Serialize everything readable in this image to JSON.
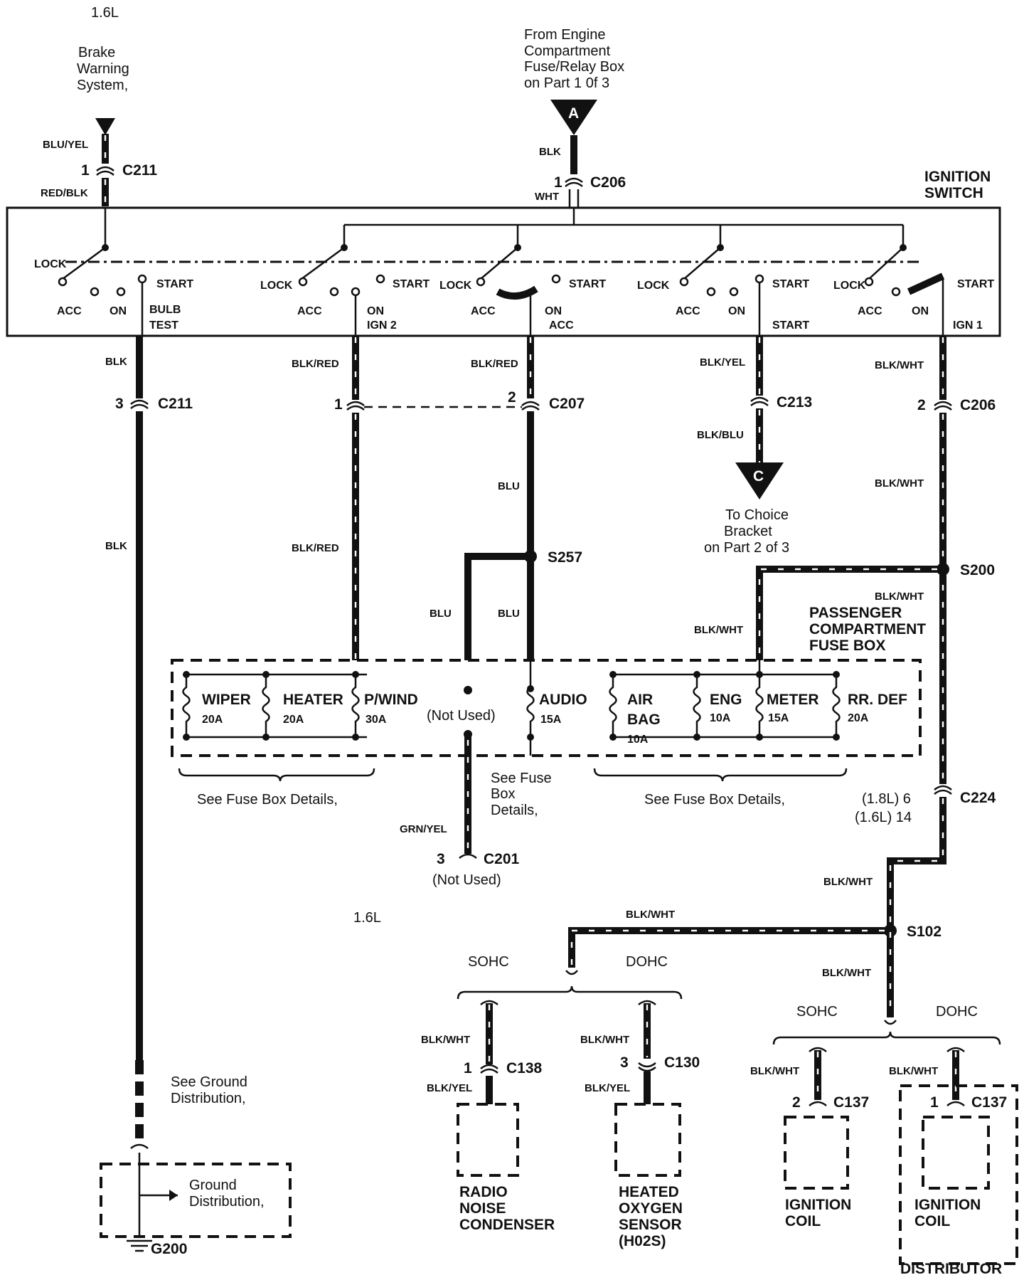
{
  "header": {
    "engine": "1.6L"
  },
  "sources": {
    "brake": [
      "Brake",
      "Warning",
      "System,"
    ],
    "engine_box": [
      "From Engine",
      "Compartment",
      "Fuse/Relay Box",
      "on Part 1 0f 3"
    ],
    "engine_box_letter": "A"
  },
  "switch": {
    "title": [
      "IGNITION",
      "SWITCH"
    ],
    "pos_lock": "LOCK",
    "pos_acc": "ACC",
    "pos_on": "ON",
    "pos_start": "START",
    "out_bulb": [
      "BULB",
      "TEST"
    ],
    "out_ign2": "IGN 2",
    "out_acc": "ACC",
    "out_start": "START",
    "out_ign1": "IGN 1"
  },
  "connectors": {
    "c211": "C211",
    "c206": "C206",
    "c207": "C207",
    "c213": "C213",
    "c224": "C224",
    "c201": "C201",
    "c138": "C138",
    "c130": "C130",
    "c137": "C137",
    "pin_1": "1",
    "pin_2": "2",
    "pin_3": "3",
    "c224_pin_18": "(1.8L) 6",
    "c224_pin_16": "(1.6L) 14"
  },
  "splices": {
    "s257": "S257",
    "s200": "S200",
    "s102": "S102"
  },
  "ground": {
    "g200": "G200",
    "label": [
      "Ground",
      "Distribution,"
    ],
    "see": [
      "See Ground",
      "Distribution,"
    ]
  },
  "wires": {
    "blu_yel": "BLU/YEL",
    "red_blk": "RED/BLK",
    "blk": "BLK",
    "wht": "WHT",
    "blk_red": "BLK/RED",
    "blu": "BLU",
    "blk_yel": "BLK/YEL",
    "blk_blu": "BLK/BLU",
    "blk_wht": "BLK/WHT",
    "grn_yel": "GRN/YEL"
  },
  "choice": {
    "letter": "C",
    "text": [
      "To Choice",
      "Bracket",
      "on Part 2 of 3"
    ]
  },
  "fuse_box": {
    "title": [
      "PASSENGER",
      "COMPARTMENT",
      "FUSE BOX"
    ],
    "fuses": [
      {
        "name": "WIPER",
        "rating": "20A"
      },
      {
        "name": "HEATER",
        "rating": "20A"
      },
      {
        "name": "P/WIND",
        "rating": "30A"
      },
      {
        "name": "(Not Used)",
        "rating": ""
      },
      {
        "name": "AUDIO",
        "rating": "15A"
      },
      {
        "name": "AIR",
        "name2": "BAG",
        "rating": "10A"
      },
      {
        "name": "ENG",
        "rating": "10A"
      },
      {
        "name": "METER",
        "rating": "15A"
      },
      {
        "name": "RR. DEF",
        "rating": "20A"
      }
    ],
    "see_left": "See Fuse Box Details,",
    "see_mid": [
      "See Fuse",
      "Box",
      "Details,"
    ],
    "see_right": "See Fuse Box Details,"
  },
  "not_used": "(Not Used)",
  "branches": {
    "sohc": "SOHC",
    "dohc": "DOHC",
    "engine": "1.6L"
  },
  "components": {
    "radio": [
      "RADIO",
      "NOISE",
      "CONDENSER"
    ],
    "oxygen": [
      "HEATED",
      "OXYGEN",
      "SENSOR",
      "(H02S)"
    ],
    "coil": [
      "IGNITION",
      "COIL"
    ],
    "distributor": "DISTRIBUTOR"
  }
}
